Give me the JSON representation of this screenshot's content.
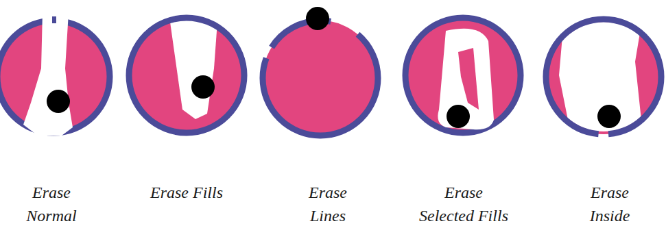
{
  "diagram": {
    "labels": [
      "Erase Normal",
      "Erase Fills",
      "Erase Lines",
      "Erase Selected Fills",
      "Erase Inside"
    ]
  }
}
